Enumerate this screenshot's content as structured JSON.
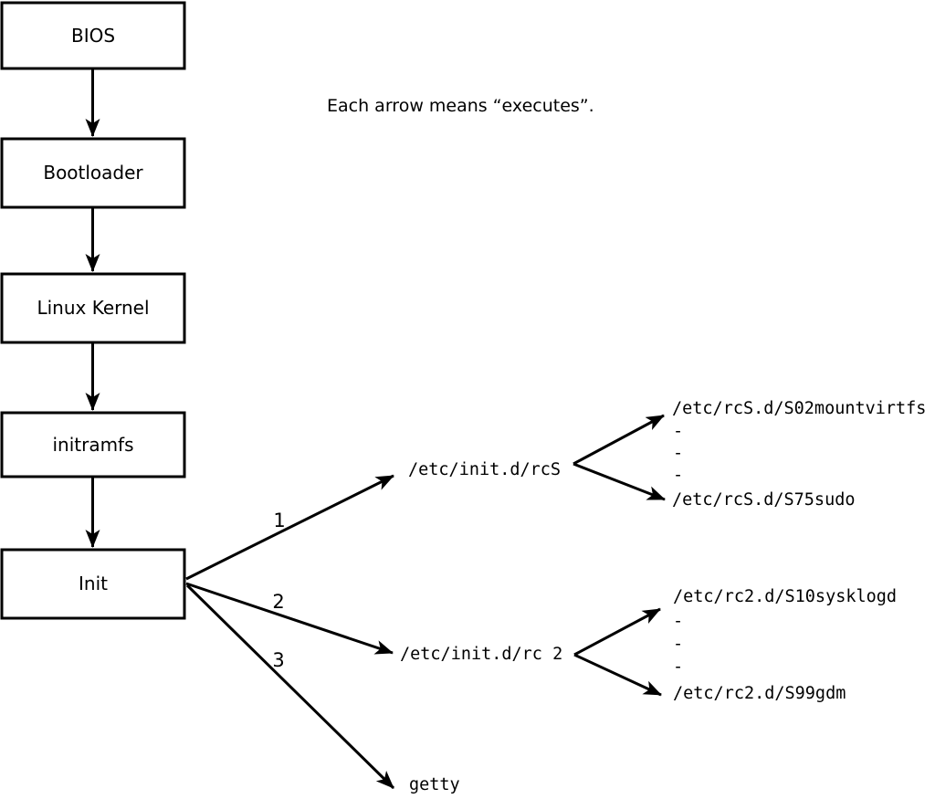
{
  "page": {
    "background_color": "#ffffff",
    "ink_color": "#000000"
  },
  "note": {
    "text": "Each arrow means “executes”."
  },
  "flow_boxes": [
    {
      "label": "BIOS"
    },
    {
      "label": "Bootloader"
    },
    {
      "label": "Linux Kernel"
    },
    {
      "label": "initramfs"
    },
    {
      "label": "Init"
    }
  ],
  "init_branches": [
    {
      "order_label": "1",
      "target": "/etc/init.d/rcS",
      "children": {
        "first": "/etc/rcS.d/S02mountvirtfs",
        "ellipsis": [
          "-",
          "-",
          "-"
        ],
        "last": "/etc/rcS.d/S75sudo"
      }
    },
    {
      "order_label": "2",
      "target": "/etc/init.d/rc 2",
      "children": {
        "first": "/etc/rc2.d/S10sysklogd",
        "ellipsis": [
          "-",
          "-",
          "-"
        ],
        "last": "/etc/rc2.d/S99gdm"
      }
    },
    {
      "order_label": "3",
      "target": "getty"
    }
  ]
}
